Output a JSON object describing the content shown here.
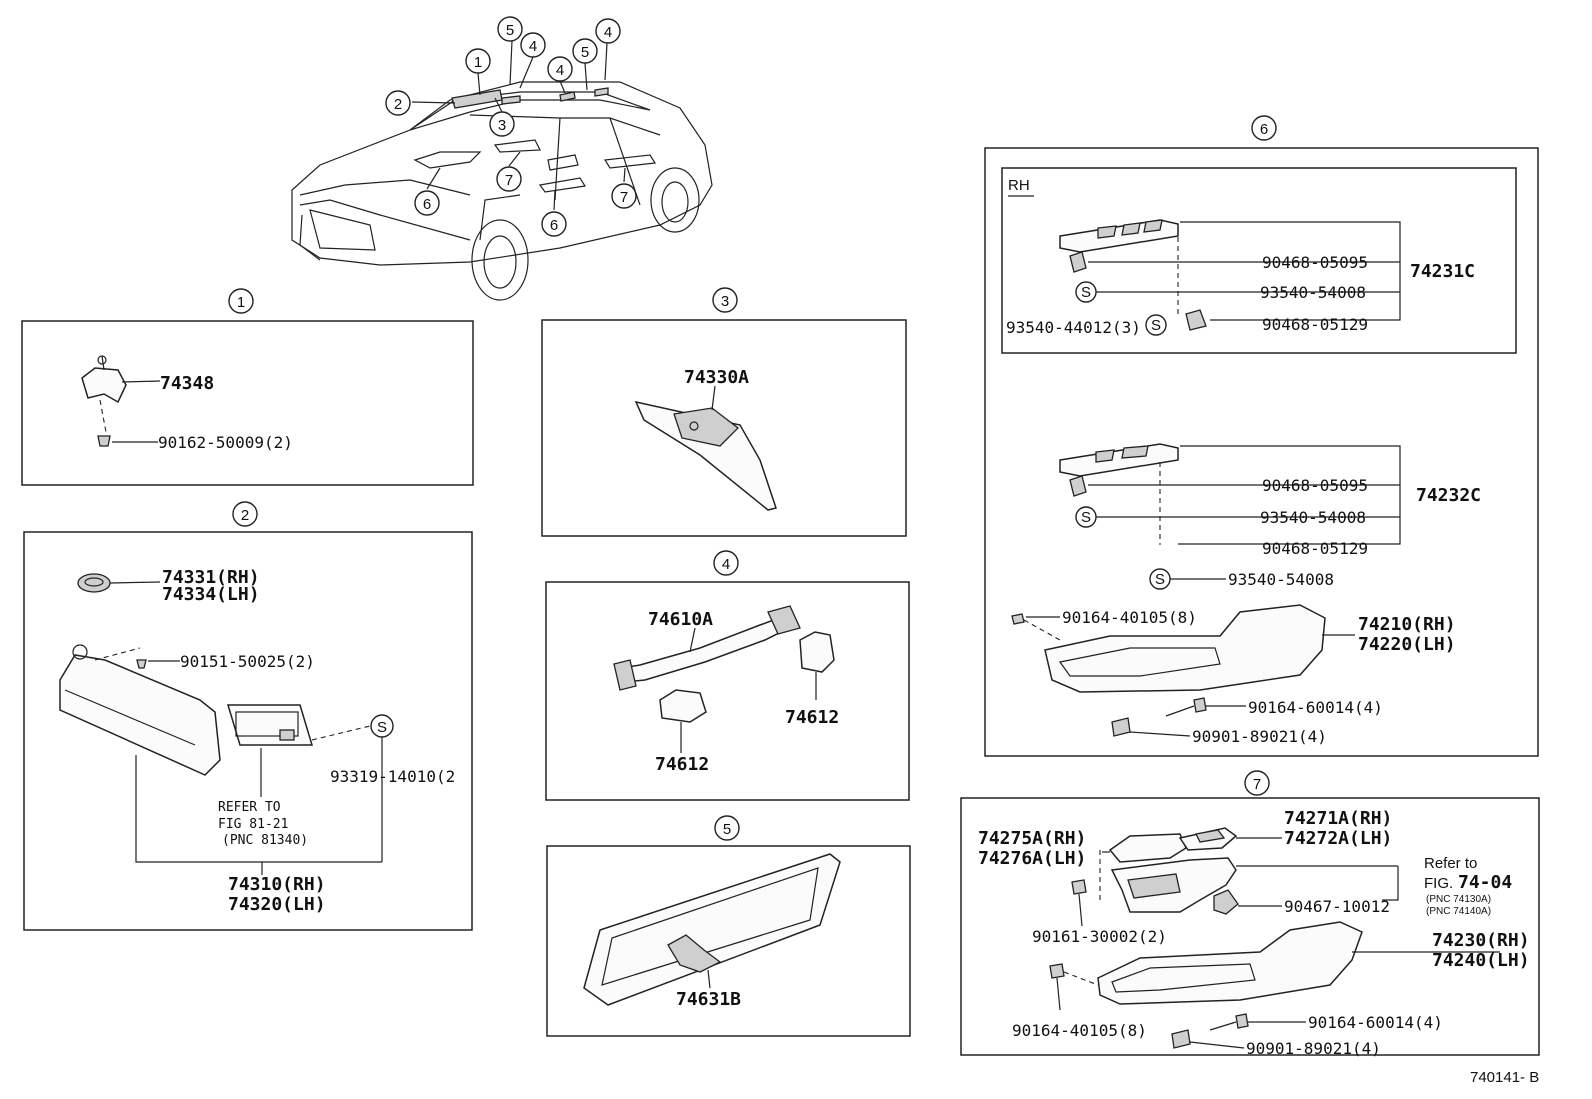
{
  "diagram_id": "740141- B",
  "section_numbers": [
    "1",
    "2",
    "3",
    "4",
    "5",
    "6",
    "7"
  ],
  "car_callouts": [
    "1",
    "2",
    "3",
    "4",
    "4",
    "4",
    "5",
    "5",
    "6",
    "6",
    "7",
    "7"
  ],
  "seal_symbol": "S",
  "s1": {
    "p1": "74348",
    "p2": "90162-50009(2)"
  },
  "s2": {
    "p1a": "74331(RH)",
    "p1b": "74334(LH)",
    "p2": "90151-50025(2)",
    "p3": "93319-14010(2",
    "refer1": "REFER TO",
    "refer2": "FIG 81-21",
    "refer3": "(PNC 81340)",
    "p4a": "74310(RH)",
    "p4b": "74320(LH)"
  },
  "s3": {
    "p1": "74330A"
  },
  "s4": {
    "p1": "74610A",
    "p2": "74612",
    "p3": "74612"
  },
  "s5": {
    "p1": "74631B"
  },
  "s6": {
    "rh": "RH",
    "a1": "90468-05095",
    "a2": "93540-54008",
    "a3": "90468-05129",
    "a4": "93540-44012(3)",
    "agroup": "74231C",
    "b1": "90468-05095",
    "b2": "93540-54008",
    "b3": "90468-05129",
    "b4": "93540-54008",
    "bgroup": "74232C",
    "c1": "90164-40105(8)",
    "c2a": "74210(RH)",
    "c2b": "74220(LH)",
    "c3": "90164-60014(4)",
    "c4": "90901-89021(4)"
  },
  "s7": {
    "p1a": "74271A(RH)",
    "p1b": "74272A(LH)",
    "p2a": "74275A(RH)",
    "p2b": "74276A(LH)",
    "ref1": "Refer to",
    "ref2pre": "FIG.",
    "ref2num": "74-04",
    "ref3": "(PNC 74130A)",
    "ref4": "(PNC 74140A)",
    "p3": "90467-10012",
    "p4": "90161-30002(2)",
    "p5a": "74230(RH)",
    "p5b": "74240(LH)",
    "p6": "90164-40105(8)",
    "p7": "90164-60014(4)",
    "p8": "90901-89021(4)"
  }
}
